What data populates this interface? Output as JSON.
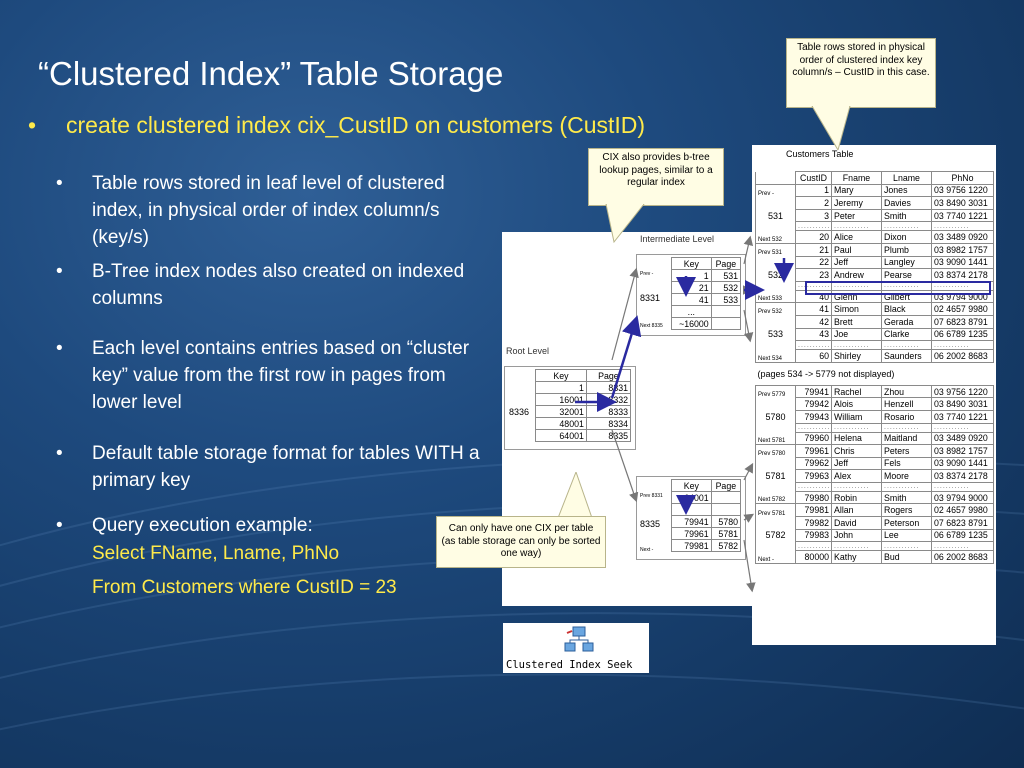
{
  "slide": {
    "title": "“Clustered Index” Table Storage",
    "subtitle_bullet": "•",
    "subtitle": "create clustered index cix_CustID on customers (CustID)"
  },
  "bullets": [
    {
      "marker": "•",
      "text": "Table rows stored in leaf level of clustered index, in physical order of index column/s (key/s)"
    },
    {
      "marker": "•",
      "text": "B-Tree index nodes also created on indexed columns"
    },
    {
      "marker": "•",
      "text": "Each level contains entries based on “cluster key” value from the first row in pages from lower level"
    },
    {
      "marker": "•",
      "text": "Default table storage format for tables WITH a primary key"
    },
    {
      "marker": "•",
      "text": "Query execution example:"
    }
  ],
  "query": {
    "line1": "Select FName, Lname, PhNo",
    "line2": "From Customers where CustID = 23"
  },
  "callouts": {
    "top_right": "Table rows stored in physical order of clustered index key column/s – CustID in this case.",
    "cix_btree": "CIX also provides b-tree lookup pages, similar to a regular index",
    "one_cix": "Can only have one CIX per table (as table storage can only be sorted one way)"
  },
  "diagram": {
    "intermediate_label": "Intermediate Level",
    "root_label": "Root Level",
    "root_page": "8336",
    "root_headers": [
      "Key",
      "Page"
    ],
    "root_rows": [
      [
        "1",
        "8331"
      ],
      [
        "16001",
        "8332"
      ],
      [
        "32001",
        "8333"
      ],
      [
        "48001",
        "8334"
      ],
      [
        "64001",
        "8335"
      ]
    ],
    "int_top": {
      "page": "8331",
      "prev": "Prev -",
      "next": "Next 8335",
      "headers": [
        "Key",
        "Page"
      ],
      "rows": [
        [
          "1",
          "531"
        ],
        [
          "21",
          "532"
        ],
        [
          "41",
          "533"
        ]
      ],
      "dots": "...",
      "last": "~16000"
    },
    "int_bottom": {
      "page": "8335",
      "prev": "Prev 8331",
      "next": "Next -",
      "headers": [
        "Key",
        "Page"
      ],
      "first": "~64001",
      "rows": [
        [
          "79941",
          "5780"
        ],
        [
          "79961",
          "5781"
        ],
        [
          "79981",
          "5782"
        ]
      ]
    }
  },
  "customers": {
    "title": "Customers Table",
    "headers": [
      "CustID",
      "Fname",
      "Lname",
      "PhNo"
    ],
    "not_displayed": "(pages 534 -> 5779 not displayed)",
    "pages": [
      {
        "page": "531",
        "prev": "Prev -",
        "next": "Next 532",
        "rows": [
          [
            "1",
            "Mary",
            "Jones",
            "03 9756 1220"
          ],
          [
            "2",
            "Jeremy",
            "Davies",
            "03 8490 3031"
          ],
          [
            "3",
            "Peter",
            "Smith",
            "03 7740 1221"
          ]
        ],
        "last": [
          "20",
          "Alice",
          "Dixon",
          "03 3489 0920"
        ]
      },
      {
        "page": "532",
        "prev": "Prev 531",
        "next": "Next 533",
        "rows": [
          [
            "21",
            "Paul",
            "Plumb",
            "03 8982 1757"
          ],
          [
            "22",
            "Jeff",
            "Langley",
            "03 9090 1441"
          ],
          [
            "23",
            "Andrew",
            "Pearse",
            "03 8374 2178"
          ]
        ],
        "last": [
          "40",
          "Glenn",
          "Gilbert",
          "03 9794 9000"
        ]
      },
      {
        "page": "533",
        "prev": "Prev 532",
        "next": "Next 534",
        "rows": [
          [
            "41",
            "Simon",
            "Black",
            "02 4657 9980"
          ],
          [
            "42",
            "Brett",
            "Gerada",
            "07 6823 8791"
          ],
          [
            "43",
            "Joe",
            "Clarke",
            "06 6789 1235"
          ]
        ],
        "last": [
          "60",
          "Shirley",
          "Saunders",
          "06 2002 8683"
        ]
      },
      {
        "page": "5780",
        "prev": "Prev 5779",
        "next": "Next 5781",
        "rows": [
          [
            "79941",
            "Rachel",
            "Zhou",
            "03 9756 1220"
          ],
          [
            "79942",
            "Alois",
            "Henzell",
            "03 8490 3031"
          ],
          [
            "79943",
            "William",
            "Rosario",
            "03 7740 1221"
          ]
        ],
        "last": [
          "79960",
          "Helena",
          "Maitland",
          "03 3489 0920"
        ]
      },
      {
        "page": "5781",
        "prev": "Prev 5780",
        "next": "Next 5782",
        "rows": [
          [
            "79961",
            "Chris",
            "Peters",
            "03 8982 1757"
          ],
          [
            "79962",
            "Jeff",
            "Fels",
            "03 9090 1441"
          ],
          [
            "79963",
            "Alex",
            "Moore",
            "03 8374 2178"
          ]
        ],
        "last": [
          "79980",
          "Robin",
          "Smith",
          "03 9794 9000"
        ]
      },
      {
        "page": "5782",
        "prev": "Prev 5781",
        "next": "Next -",
        "rows": [
          [
            "79981",
            "Allan",
            "Rogers",
            "02 4657 9980"
          ],
          [
            "79982",
            "David",
            "Peterson",
            "07 6823 8791"
          ],
          [
            "79983",
            "John",
            "Lee",
            "06 6789 1235"
          ]
        ],
        "last": [
          "80000",
          "Kathy",
          "Bud",
          "06 2002 8683"
        ]
      }
    ]
  },
  "plan_icon": {
    "icon": "clustered-index-seek-icon",
    "label": "Clustered Index Seek"
  },
  "colors": {
    "accent_yellow": "#ffea4a",
    "arrow_blue": "#2a2aa0",
    "callout_bg": "#fffde4"
  }
}
